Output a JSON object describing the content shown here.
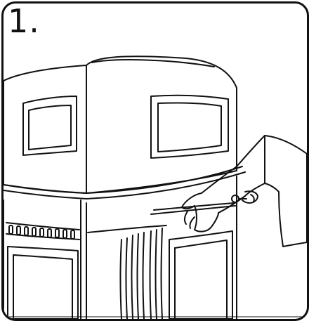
{
  "panel": {
    "step_number": "1."
  },
  "illustration": {
    "subject": "outdoor-waste-receptacle",
    "icons": [
      "receptacle-lid",
      "deposit-opening",
      "receptacle-body",
      "access-door",
      "hands",
      "key"
    ],
    "line_color": "#111111",
    "fill_color": "#ffffff"
  }
}
